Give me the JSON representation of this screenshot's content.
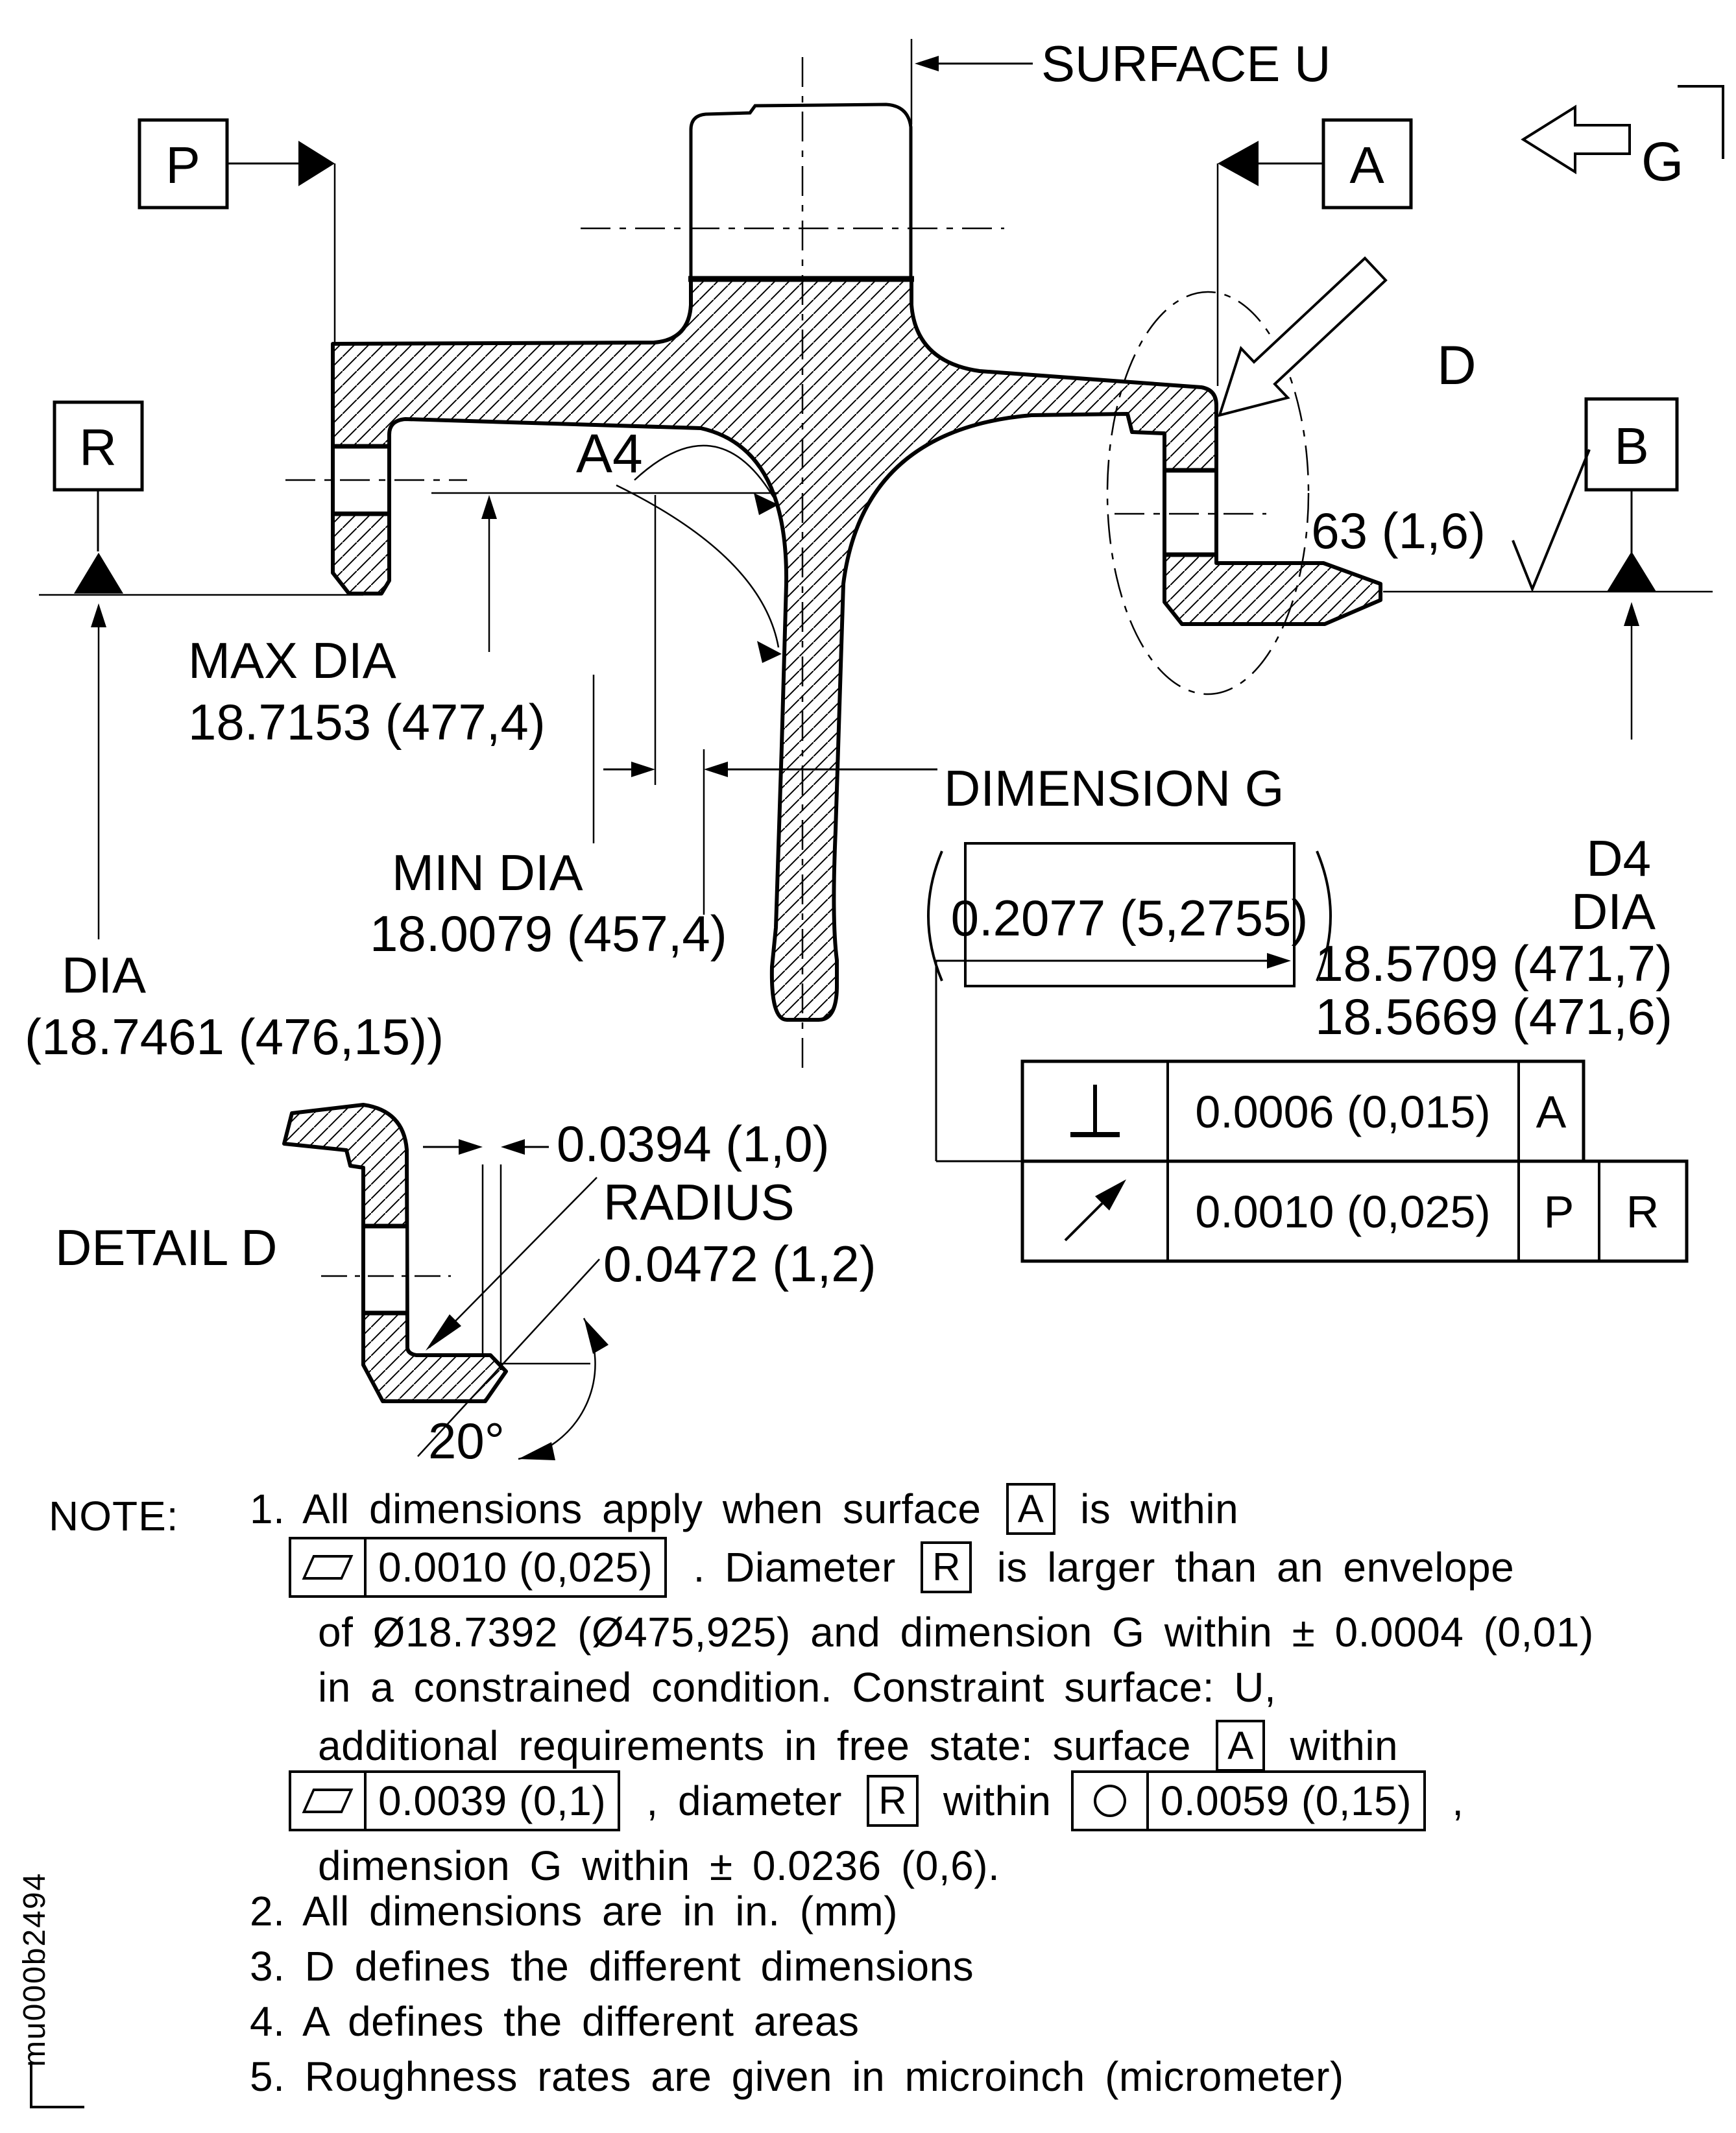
{
  "figure_id": "mu000b2494",
  "callouts": {
    "surface_u": "SURFACE U",
    "view_g": "G",
    "view_d": "D",
    "area": "A4",
    "max_dia": {
      "label": "MAX DIA",
      "value": "18.7153 (477,4)"
    },
    "min_dia": {
      "label": "MIN DIA",
      "value": "18.0079 (457,4)"
    },
    "dia": {
      "label": "DIA",
      "value": "(18.7461 (476,15))"
    },
    "dimension_g": {
      "label": "DIMENSION G",
      "value": "0.2077 (5,2755)"
    },
    "d4": {
      "label": "D4",
      "sublabel": "DIA",
      "value_max": "18.5709 (471,7)",
      "value_min": "18.5669 (471,6)"
    },
    "roughness": "63 (1,6)",
    "detail": {
      "label": "DETAIL D",
      "gap": "0.0394 (1,0)",
      "radius_label": "RADIUS",
      "radius_value": "0.0472 (1,2)",
      "angle": "20°"
    }
  },
  "datums": {
    "p": "P",
    "a": "A",
    "r": "R",
    "b": "B"
  },
  "fcf": {
    "rows": [
      {
        "symbol": "perpendicularity",
        "tolerance": "0.0006 (0,015)",
        "datum_refs": [
          "A"
        ]
      },
      {
        "symbol": "circular-runout",
        "tolerance": "0.0010 (0,025)",
        "datum_refs": [
          "P",
          "R"
        ]
      }
    ]
  },
  "note": {
    "heading": "NOTE:",
    "lines": [
      [
        {
          "t": "1. All dimensions apply when surface "
        },
        {
          "datum_box": "A"
        },
        {
          "t": " is within"
        }
      ],
      [
        {
          "fcf_box": {
            "symbol": "flatness",
            "value": "0.0010 (0,025)"
          }
        },
        {
          "t": " . Diameter "
        },
        {
          "datum_box": "R"
        },
        {
          "t": " is larger than an envelope"
        }
      ],
      [
        {
          "t": "of Ø18.7392 (Ø475,925) and dimension G within ± 0.0004 (0,01)"
        }
      ],
      [
        {
          "t": "in a constrained condition. Constraint surface: U,"
        }
      ],
      [
        {
          "t": "additional requirements in free state: surface "
        },
        {
          "datum_box": "A"
        },
        {
          "t": " within"
        }
      ],
      [
        {
          "fcf_box": {
            "symbol": "flatness",
            "value": "0.0039 (0,1)"
          }
        },
        {
          "t": " , diameter "
        },
        {
          "datum_box": "R"
        },
        {
          "t": " within "
        },
        {
          "fcf_box": {
            "symbol": "circularity",
            "value": "0.0059 (0,15)"
          }
        },
        {
          "t": " ,"
        }
      ],
      [
        {
          "t": "dimension G within ± 0.0236 (0,6)."
        }
      ],
      [
        {
          "t": "2. All dimensions are in in. (mm)"
        }
      ],
      [
        {
          "t": "3. D defines the different dimensions"
        }
      ],
      [
        {
          "t": "4. A defines the different areas"
        }
      ],
      [
        {
          "t": "5. Roughness rates are given in microinch (micrometer)"
        }
      ]
    ]
  }
}
